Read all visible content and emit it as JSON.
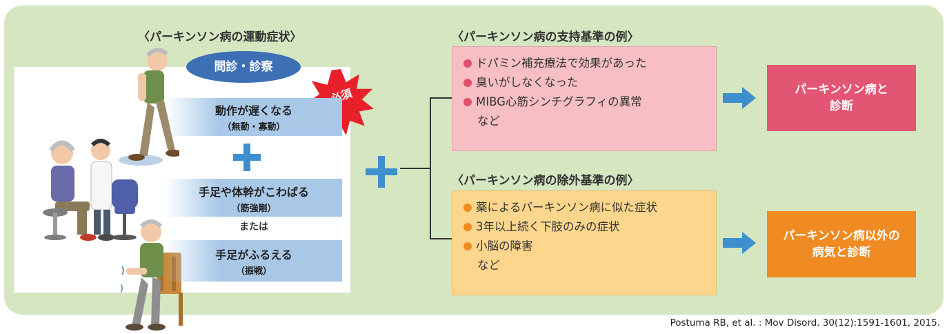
{
  "left": {
    "heading": "〈パーキンソン病の運動症状〉",
    "pill": "問診・診察",
    "required_badge": "必須",
    "symptom1": {
      "main": "動作が遅くなる",
      "sub": "（無動・寡動）"
    },
    "symptom2": {
      "main": "手足や体幹がこわばる",
      "sub": "（筋強剛）"
    },
    "or_text": "または",
    "symptom3": {
      "main": "手足がふるえる",
      "sub": "（振戦）"
    }
  },
  "supportive": {
    "heading": "〈パーキンソン病の支持基準の例〉",
    "items": [
      "ドパミン補充療法で効果があった",
      "臭いがしなくなった",
      "MIBG心筋シンチグラフィの異常"
    ],
    "tail": "など",
    "result": {
      "line1": "パーキンソン病と",
      "line2": "診断"
    }
  },
  "exclusion": {
    "heading": "〈パーキンソン病の除外基準の例〉",
    "items": [
      "薬によるパーキンソン病に似た症状",
      "3年以上続く下肢のみの症状",
      "小脳の障害"
    ],
    "tail": "など",
    "result": {
      "line1": "パーキンソン病以外の",
      "line2": "病気と診断"
    }
  },
  "citation": "Postuma RB, et al. : Mov Disord. 30(12):1591-1601, 2015.",
  "colors": {
    "panel": "#d5e6c1",
    "pill": "#3d6fb5",
    "plus": "#3f8fcf",
    "support_box": "#f7bfc3",
    "support_result": "#e35673",
    "exclude_box": "#fcd68c",
    "exclude_result": "#f08a22",
    "burst": "#e8202a"
  }
}
